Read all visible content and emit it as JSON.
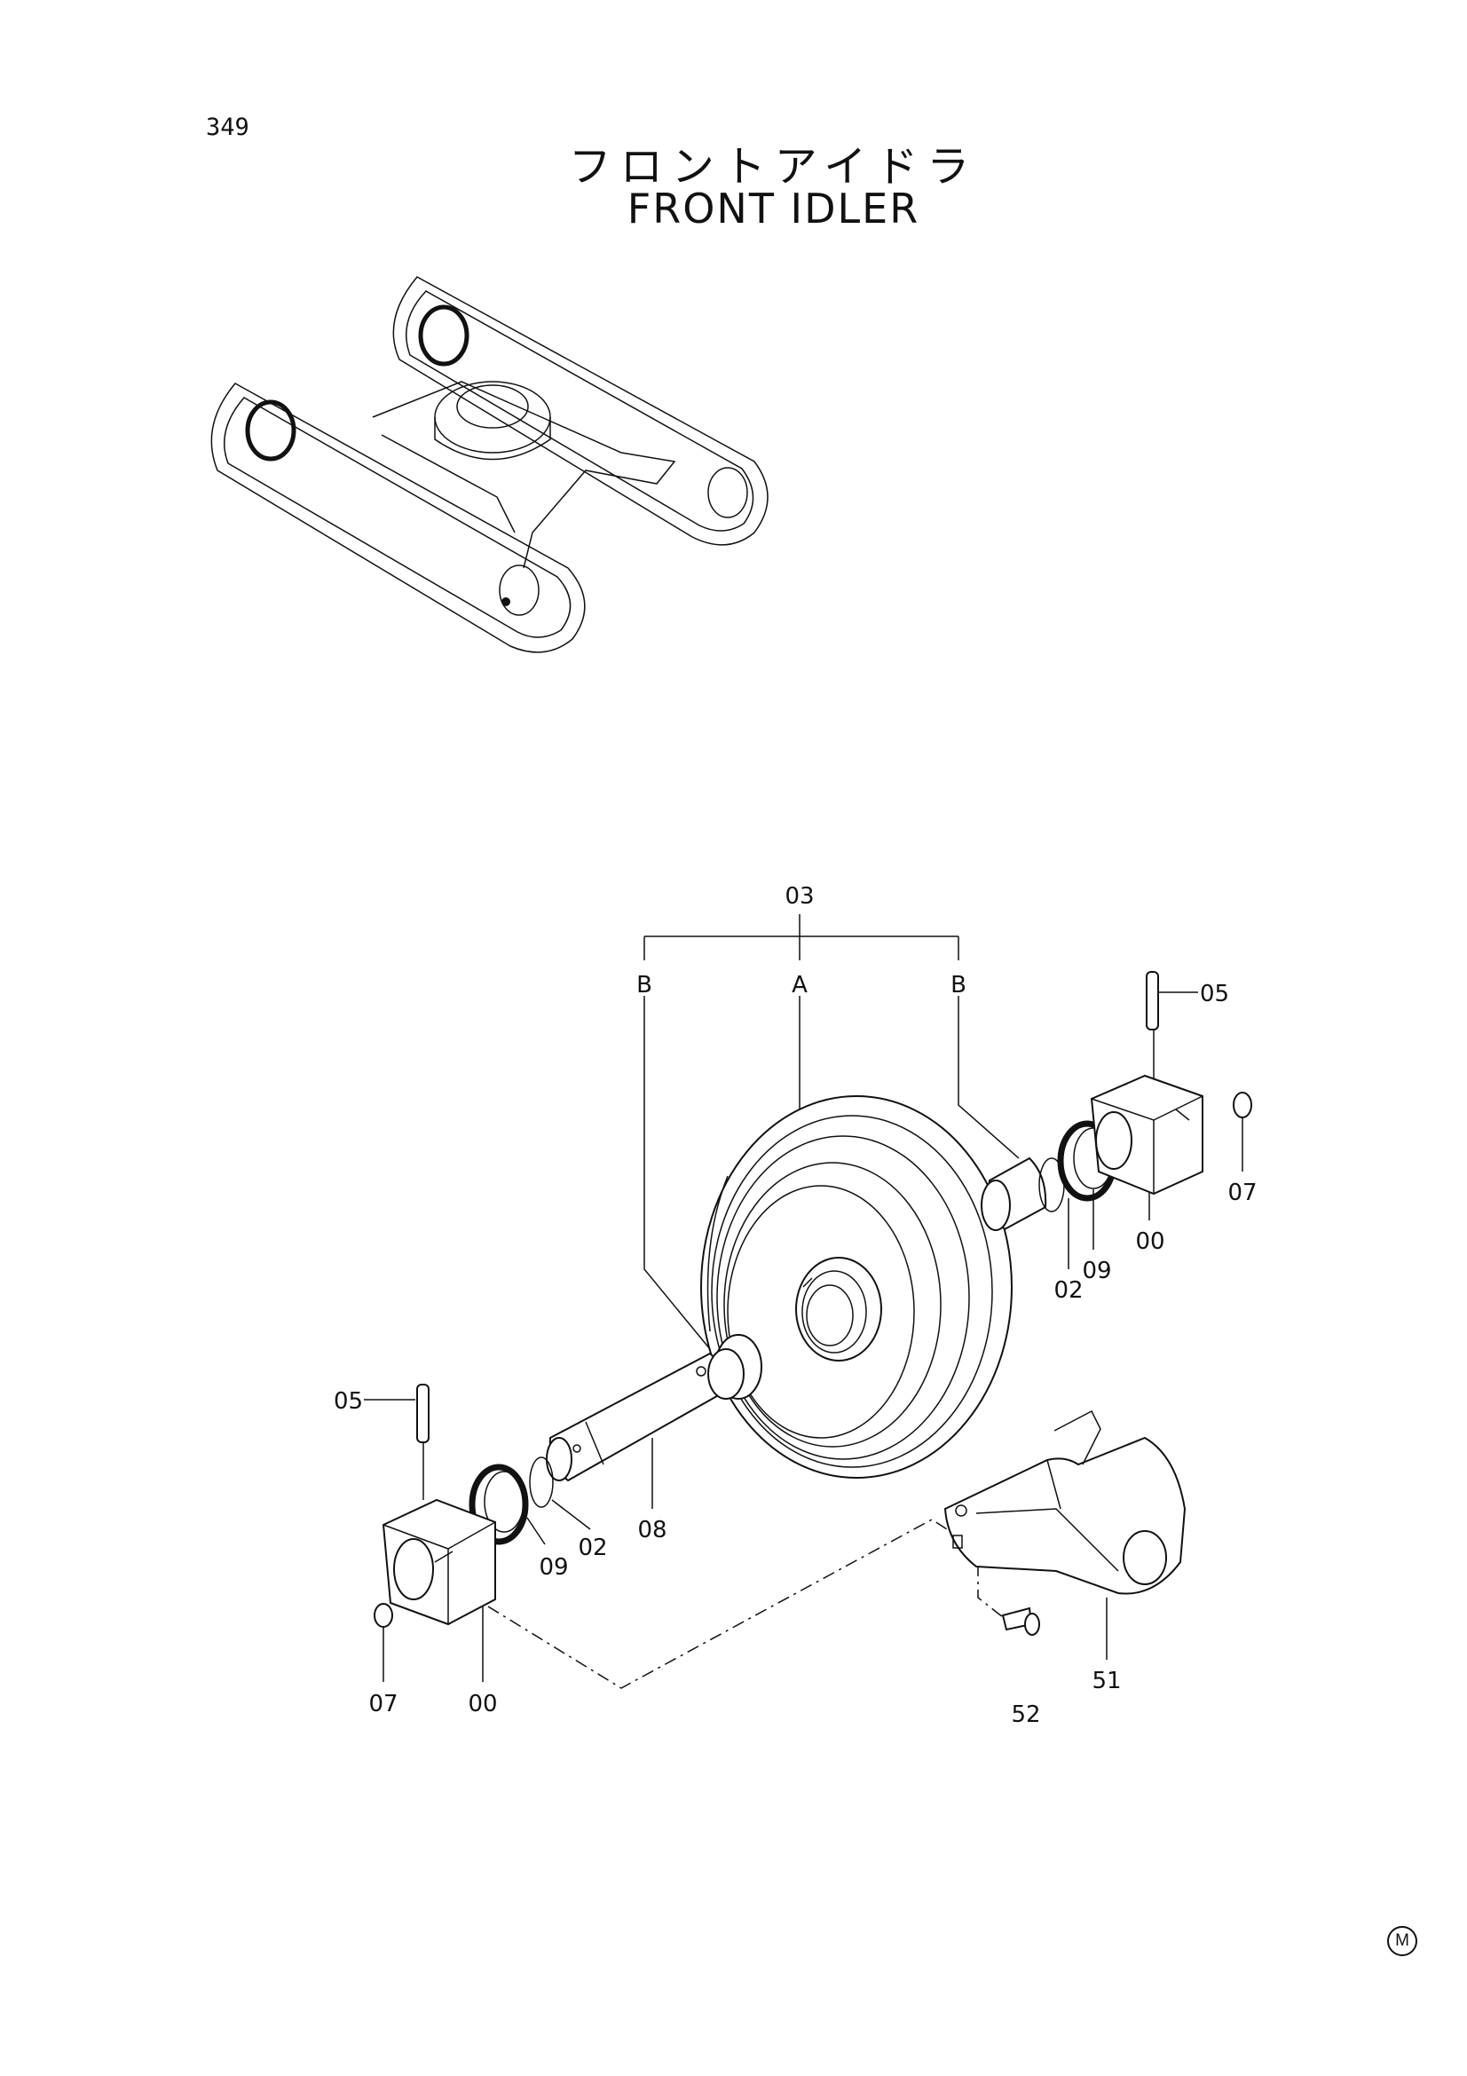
{
  "page_number": "349",
  "title_jp": "フロントアイドラ",
  "title_en": "FRONT IDLER",
  "mark": "M",
  "labels": {
    "p03": "03",
    "pA": "A",
    "pB_left": "B",
    "pB_right": "B",
    "p05_right": "05",
    "p07_right": "07",
    "p00_right": "00",
    "p02_right": "02",
    "p09_right": "09",
    "p05_left": "05",
    "p08": "08",
    "p02_left": "02",
    "p09_left": "09",
    "p07_left": "07",
    "p00_left": "00",
    "p51": "51",
    "p52": "52"
  }
}
